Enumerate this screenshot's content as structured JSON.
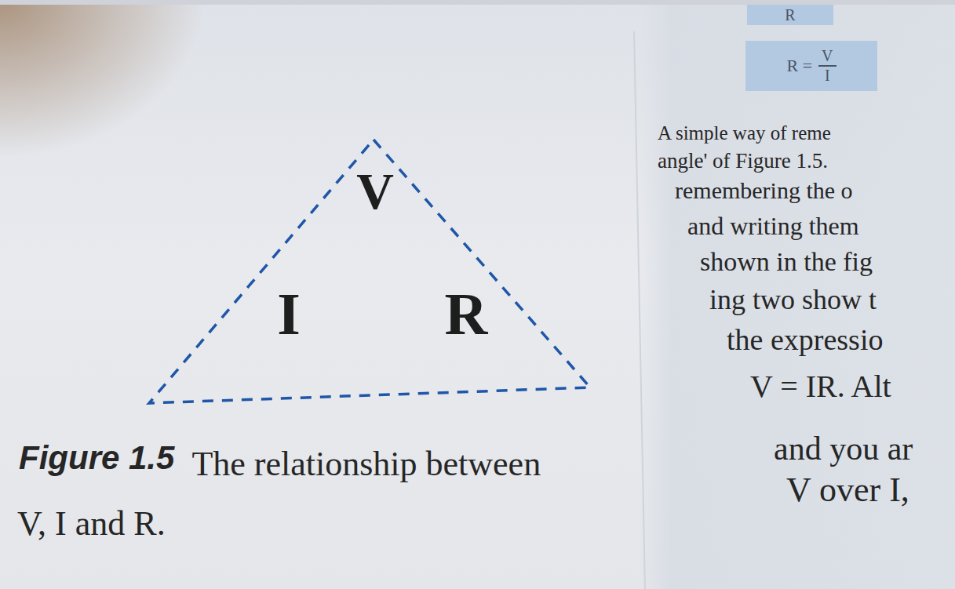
{
  "diagram": {
    "caption": "The relationship between V, I and R.",
    "nodes": [
      {
        "text": [
          "V",
          "I",
          "R"
        ]
      },
      {
        "text": [
          "R"
        ]
      },
      {
        "text": [
          "R =",
          "V",
          "I"
        ]
      }
    ],
    "labels": [
      "Figure 1.5",
      "A simple way of reme",
      "angle' of Figure 1.5.",
      "remembering the o",
      "and writing them",
      "shown in the fig",
      "ing two show t",
      "the expressio",
      "V = IR. Alt",
      "and you ar",
      "V over I,"
    ]
  }
}
